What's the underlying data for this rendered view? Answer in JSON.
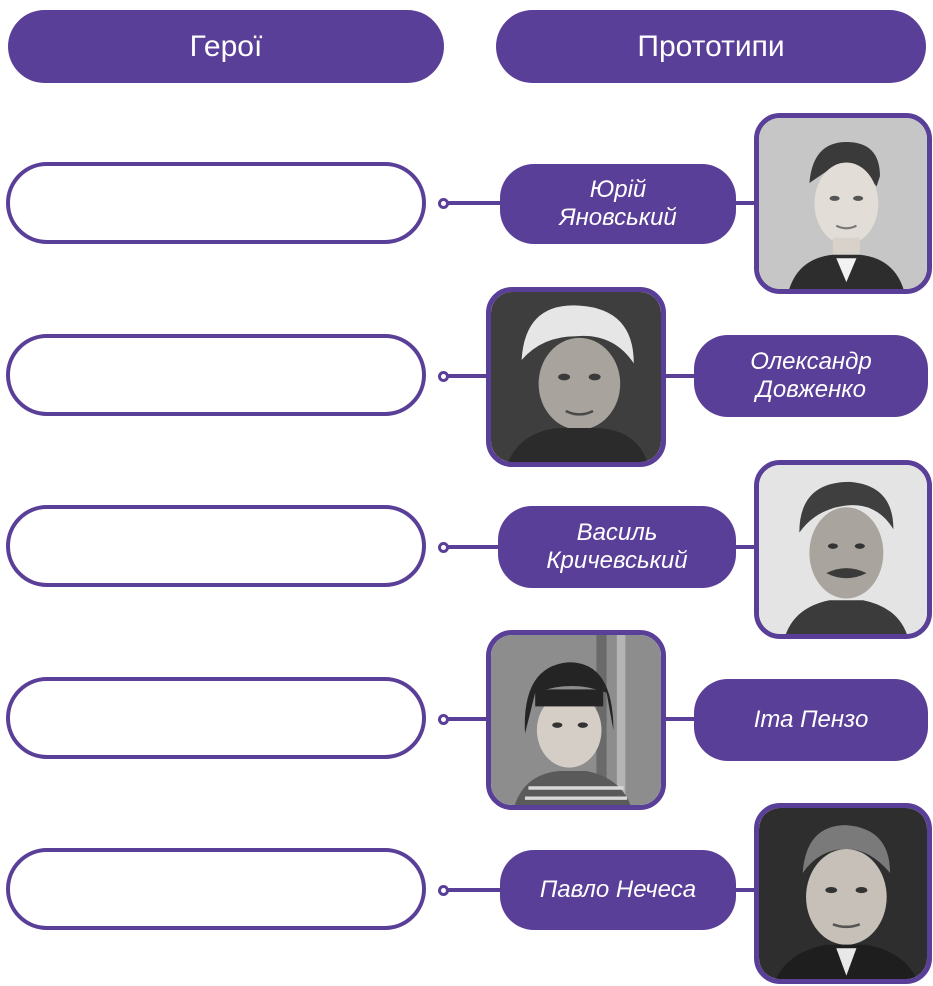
{
  "headers": {
    "heroes": "Герої",
    "prototypes": "Прототипи"
  },
  "rows": [
    {
      "name_line1": "Юрій",
      "name_line2": "Яновський",
      "photo_icon": "portrait-young-man-icon"
    },
    {
      "name_line1": "Олександр",
      "name_line2": "Довженко",
      "photo_icon": "portrait-grey-haired-man-icon"
    },
    {
      "name_line1": "Василь",
      "name_line2": "Кричевський",
      "photo_icon": "portrait-mustached-man-icon"
    },
    {
      "name_line1": "Іта Пензо",
      "name_line2": "",
      "photo_icon": "portrait-woman-bob-hair-icon"
    },
    {
      "name_line1": "Павло Нечеса",
      "name_line2": "",
      "photo_icon": "portrait-older-man-icon"
    }
  ],
  "colors": {
    "accent": "#5a3f98",
    "background": "#ffffff"
  }
}
